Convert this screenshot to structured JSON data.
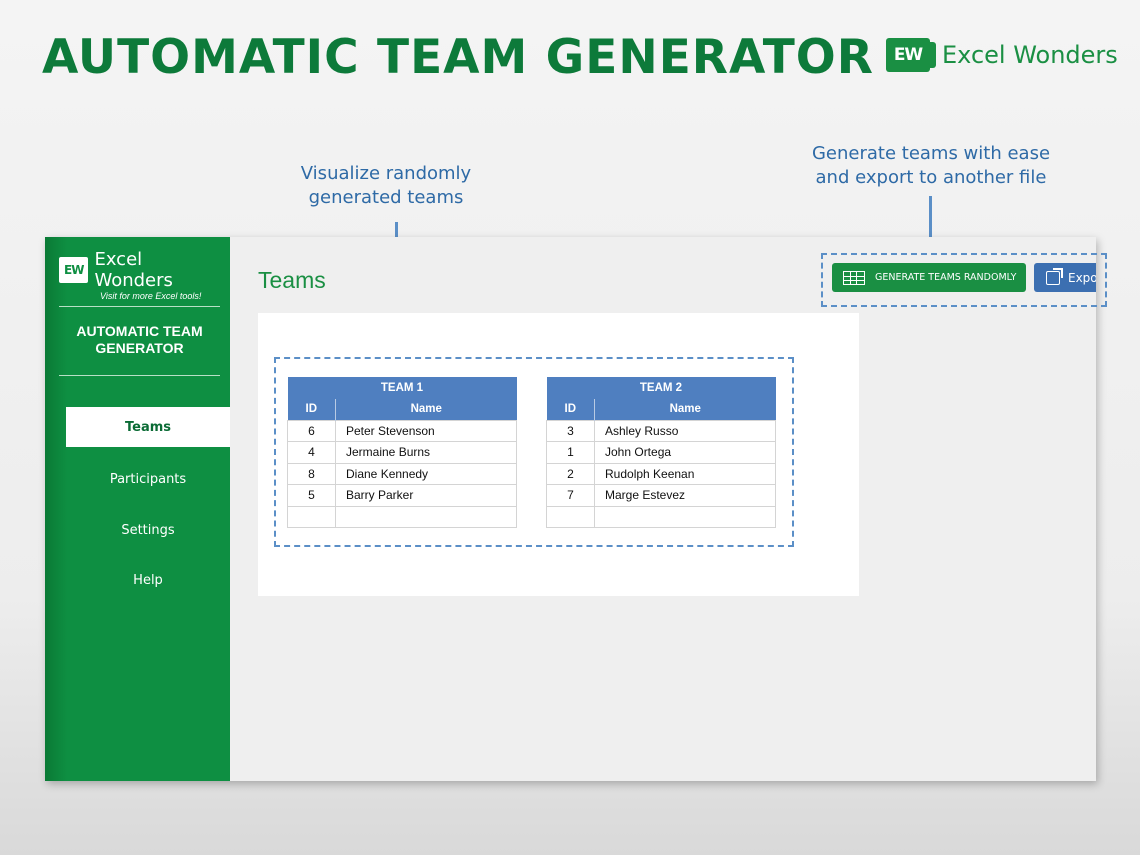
{
  "header": {
    "title": "AUTOMATIC TEAM GENERATOR",
    "brand_logo": "EW",
    "brand_name": "Excel Wonders"
  },
  "callouts": {
    "tables_note": "Visualize randomly generated teams",
    "actions_note": "Generate teams with ease and export to another file"
  },
  "sidebar": {
    "logo": "EW",
    "brand_name": "Excel Wonders",
    "tagline": "Visit for more Excel tools!",
    "app_title": "AUTOMATIC TEAM GENERATOR",
    "items": [
      {
        "label": "Teams",
        "active": true
      },
      {
        "label": "Participants",
        "active": false
      },
      {
        "label": "Settings",
        "active": false
      },
      {
        "label": "Help",
        "active": false
      }
    ]
  },
  "main": {
    "heading": "Teams",
    "actions": {
      "generate_label": "GENERATE TEAMS RANDOMLY",
      "export_label": "Expo"
    },
    "teams": [
      {
        "title": "TEAM 1",
        "columns": [
          "ID",
          "Name"
        ],
        "rows": [
          {
            "id": "6",
            "name": "Peter Stevenson"
          },
          {
            "id": "4",
            "name": "Jermaine Burns"
          },
          {
            "id": "8",
            "name": "Diane Kennedy"
          },
          {
            "id": "5",
            "name": "Barry Parker"
          },
          {
            "id": "",
            "name": ""
          }
        ]
      },
      {
        "title": "TEAM 2",
        "columns": [
          "ID",
          "Name"
        ],
        "rows": [
          {
            "id": "3",
            "name": "Ashley Russo"
          },
          {
            "id": "1",
            "name": "John Ortega"
          },
          {
            "id": "2",
            "name": "Rudolph Keenan"
          },
          {
            "id": "7",
            "name": "Marge Estevez"
          },
          {
            "id": "",
            "name": ""
          }
        ]
      }
    ]
  },
  "colors": {
    "brand_green": "#1a8f43",
    "sidebar_green": "#0e8f42",
    "table_header_blue": "#4f7fc0",
    "export_blue": "#3c6fb1",
    "callout_blue": "#2e6aa6"
  }
}
